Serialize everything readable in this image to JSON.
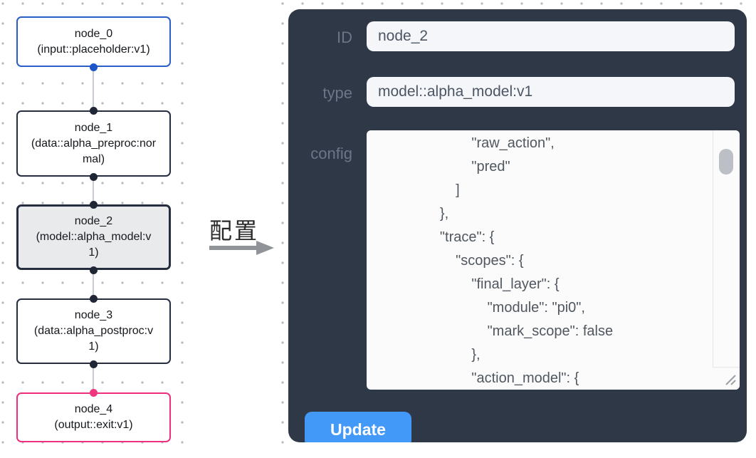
{
  "canvas": {
    "nodes": [
      {
        "id": "node_0",
        "subtitle": "(input::placeholder:v1)",
        "kind": "input",
        "border_color": "#2a5ec8"
      },
      {
        "id": "node_1",
        "subtitle": "(data::alpha_preproc:normal)",
        "kind": "data",
        "border_color": "#252d3f"
      },
      {
        "id": "node_2",
        "subtitle": "(model::alpha_model:v1)",
        "kind": "model",
        "border_color": "#252d3f",
        "selected": true
      },
      {
        "id": "node_3",
        "subtitle": "(data::alpha_postproc:v1)",
        "kind": "data",
        "border_color": "#252d3f"
      },
      {
        "id": "node_4",
        "subtitle": "(output::exit:v1)",
        "kind": "output",
        "border_color": "#ee2f7e"
      }
    ]
  },
  "transition": {
    "label": "配置"
  },
  "panel": {
    "id_label": "ID",
    "id_value": "node_2",
    "type_label": "type",
    "type_value": "model::alpha_model:v1",
    "config_label": "config",
    "config_text": "                        \"raw_action\",\n                        \"pred\"\n                    ]\n                },\n                \"trace\": {\n                    \"scopes\": {\n                        \"final_layer\": {\n                            \"module\": \"pi0\",\n                            \"mark_scope\": false\n                        },\n                        \"action_model\": {",
    "update_label": "Update"
  },
  "colors": {
    "panel_background": "#2e3847",
    "input_background": "#f4f6fa",
    "accent_button_blue": "#4399f7",
    "node_input_blue": "#2a5ec8",
    "node_output_pink": "#ee2f7e",
    "node_dark_border": "#252d3f",
    "selected_node_fill": "#e9eaec",
    "edge_gray": "#c9cdd3"
  }
}
